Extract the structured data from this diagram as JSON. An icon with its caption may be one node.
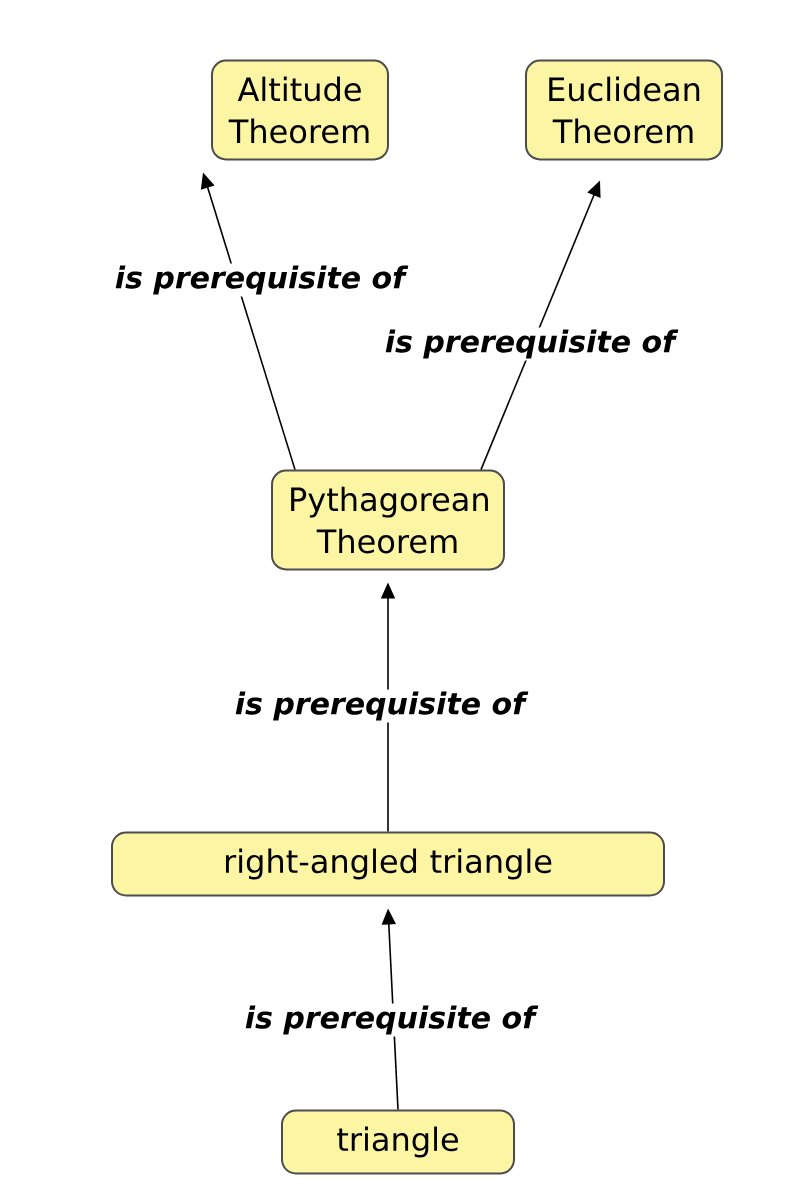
{
  "diagram": {
    "nodes": [
      {
        "text": [
          "Altitude Theorem"
        ]
      },
      {
        "text": [
          "Euclidean Theorem"
        ]
      },
      {
        "text": [
          "Pythagorean Theorem"
        ]
      },
      {
        "text": [
          "right-angled triangle"
        ]
      },
      {
        "text": [
          "triangle"
        ]
      }
    ],
    "edges": [
      {
        "from": 2,
        "to": 0,
        "arrow": "to",
        "label": "is prerequisite of"
      },
      {
        "from": 2,
        "to": 1,
        "arrow": "to",
        "label": "is prerequisite of"
      },
      {
        "from": 3,
        "to": 2,
        "arrow": "to",
        "label": "is prerequisite of"
      },
      {
        "from": 4,
        "to": 3,
        "arrow": "to",
        "label": "is prerequisite of"
      }
    ]
  }
}
